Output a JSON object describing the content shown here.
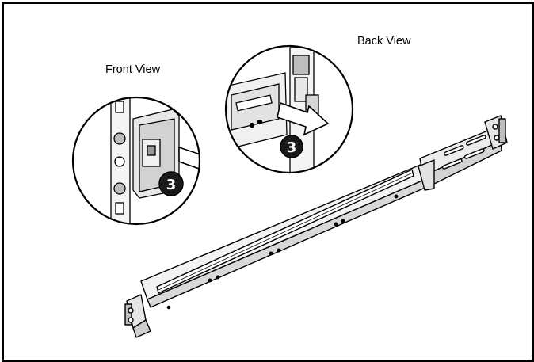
{
  "labels": {
    "front_view": "Front View",
    "back_view": "Back View"
  },
  "steps": {
    "front_step": "3",
    "back_step": "3"
  },
  "colors": {
    "line": "#000000",
    "background": "#ffffff",
    "metal_light": "#f2f2f2",
    "metal_mid": "#d9d9d9",
    "metal_dark": "#9a9a9a"
  },
  "icons": {
    "arrow": "right-arrow-icon",
    "step_badge": "numbered-circle-icon"
  }
}
